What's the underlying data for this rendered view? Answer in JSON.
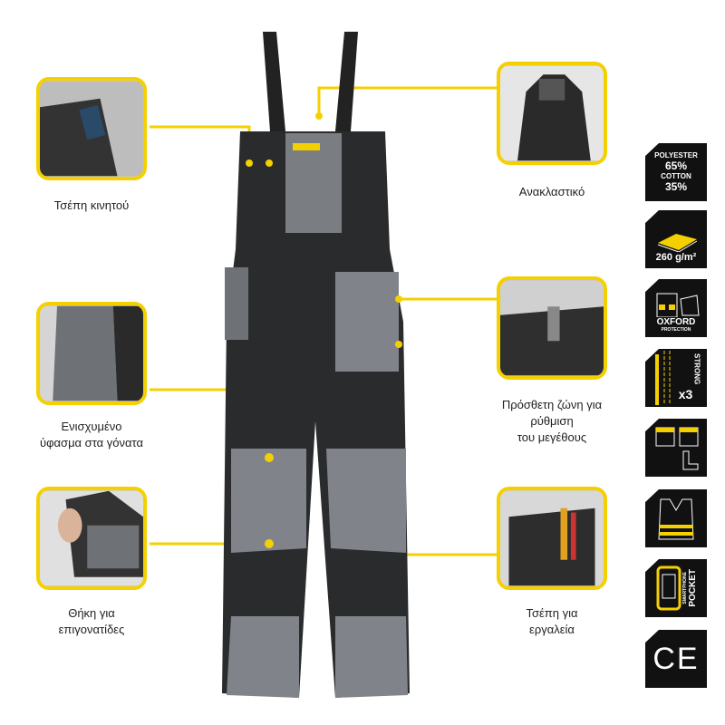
{
  "callouts": {
    "phone_pocket": "Τσέπη κινητού",
    "reflective": "Ανακλαστικό",
    "knees_line1": "Ενισχυμένο",
    "knees_line2": "ύφασμα στα γόνατα",
    "waist_line1": "Πρόσθετη ζώνη για",
    "waist_line2": "ρύθμιση",
    "waist_line3": "του μεγέθους",
    "kneepad_line1": "Θήκη για",
    "kneepad_line2": "επιγονατίδες",
    "tool_line1": "Τσέπη για",
    "tool_line2": "εργαλεία"
  },
  "badges": {
    "fabric": {
      "l1": "POLYESTER",
      "l2": "65%",
      "l3": "COTTON",
      "l4": "35%"
    },
    "weight": "260 g/m²",
    "oxford": {
      "l1": "OXFORD",
      "l2": "PROTECTION"
    },
    "strong": {
      "l1": "STRONG",
      "l2": "x3"
    },
    "smartphone": {
      "l1": "SMARTPHONE",
      "l2": "POCKET"
    },
    "ce": "CE"
  },
  "colors": {
    "accent": "#f5d000",
    "dark": "#1a1a1a",
    "grey": "#6b6f73"
  }
}
